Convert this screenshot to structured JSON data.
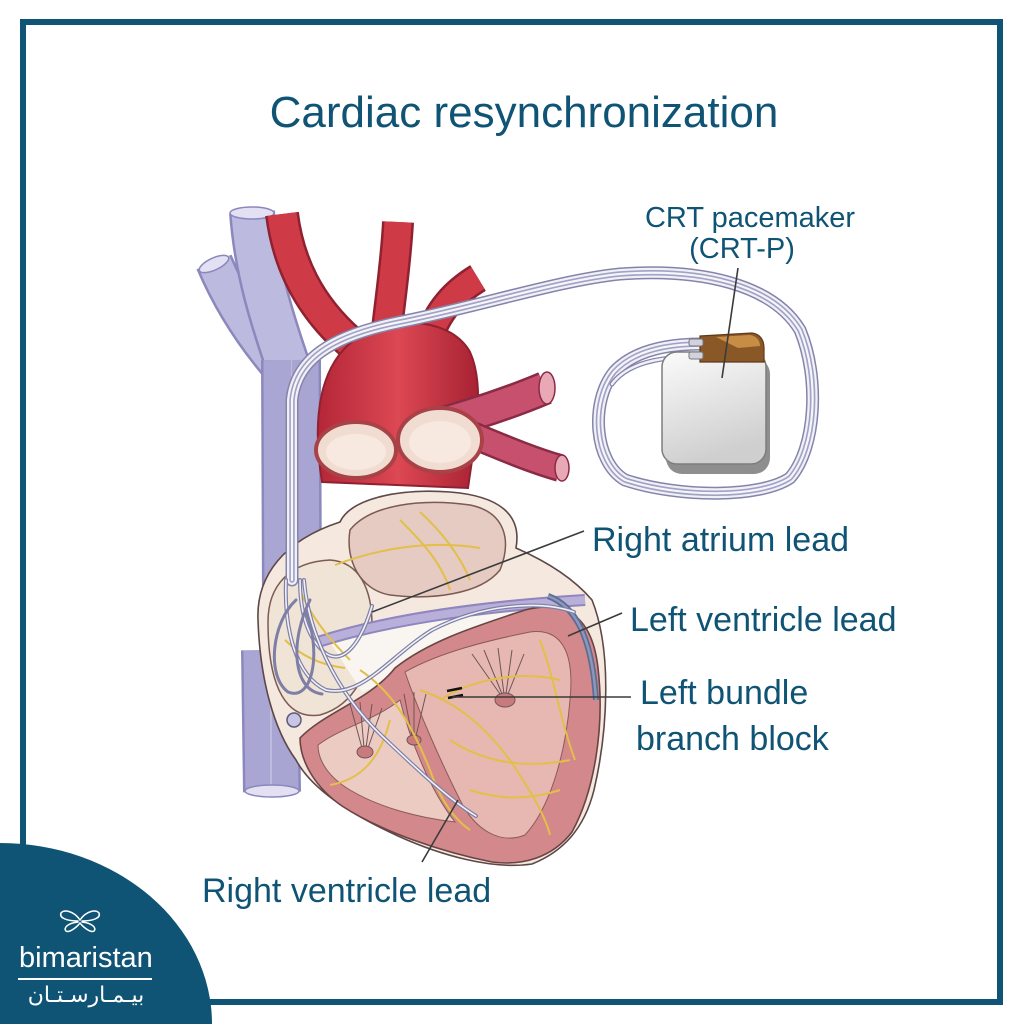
{
  "title": "Cardiac resynchronization",
  "labels": {
    "crt_pacemaker_line1": "CRT pacemaker",
    "crt_pacemaker_line2": "(CRT-P)",
    "right_atrium_lead": "Right atrium lead",
    "left_ventricle_lead": "Left ventricle lead",
    "left_bundle_line1": "Left bundle",
    "left_bundle_line2": "branch block",
    "right_ventricle_lead": "Right ventricle lead"
  },
  "logo": {
    "name": "bimaristan",
    "name_arabic": "بيـمـارسـتـان",
    "icon": "butterfly-icon"
  },
  "colors": {
    "brand": "#0f5474",
    "label_text": "#0f5474",
    "leader_line": "#3b3b3b",
    "logo_text": "#ffffff",
    "vein": "#bdbadf",
    "artery": "#cf3a47",
    "myocardium": "#d3888b",
    "conduction": "#e3bf4a",
    "lead": "#8484ab"
  }
}
